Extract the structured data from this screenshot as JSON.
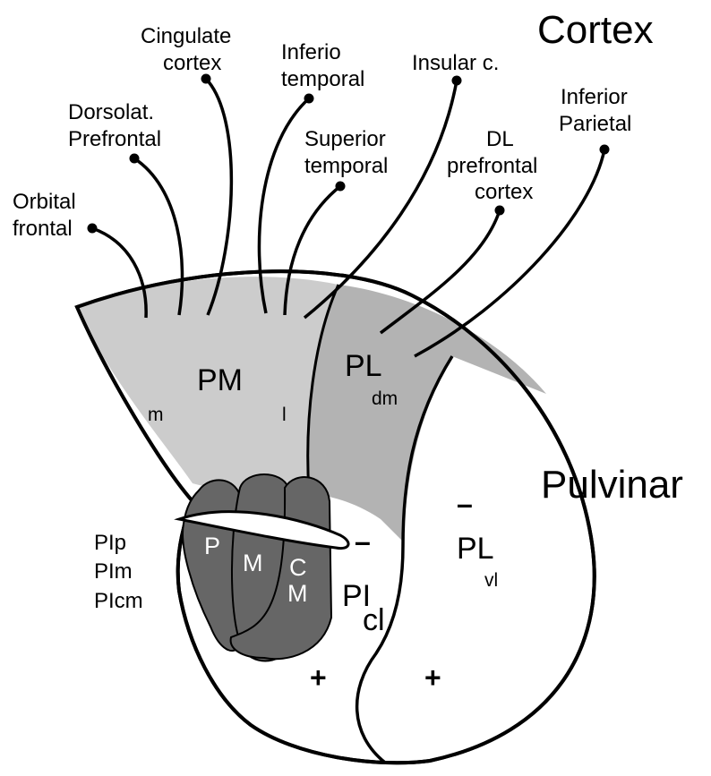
{
  "headings": {
    "cortex": "Cortex",
    "pulvinar": "Pulvinar"
  },
  "cortical_areas": {
    "orbital_frontal": [
      "Orbital",
      "frontal"
    ],
    "dorsolat_prefrontal": [
      "Dorsolat.",
      "Prefrontal"
    ],
    "cingulate_cortex": [
      "Cingulate",
      "cortex"
    ],
    "inferio_temporal": [
      "Inferio",
      "temporal"
    ],
    "superior_temporal": [
      "Superior",
      "temporal"
    ],
    "insular_c": [
      "Insular c."
    ],
    "dl_prefrontal_cortex": [
      "DL",
      "prefrontal",
      "cortex"
    ],
    "inferior_parietal": [
      "Inferior",
      "Parietal"
    ]
  },
  "regions": {
    "pm": {
      "label": "PM",
      "medial": "m",
      "lateral": "l",
      "color": "#cccccc"
    },
    "pl_dm": {
      "label": "PL",
      "sub": "dm",
      "color": "#b3b3b3"
    },
    "pl_vl": {
      "label": "PL",
      "sub": "vl",
      "sign": "–",
      "sign2": "+"
    },
    "pi_cl": {
      "label": "PI",
      "sub": "cl",
      "sign": "–",
      "sign2": "+"
    },
    "inferior_nuclei": {
      "p": "P",
      "m": "M",
      "cm_c": "C",
      "cm_m": "M",
      "color": "#666666"
    }
  },
  "inferior_list": [
    "PIp",
    "PIm",
    "PIcm"
  ]
}
